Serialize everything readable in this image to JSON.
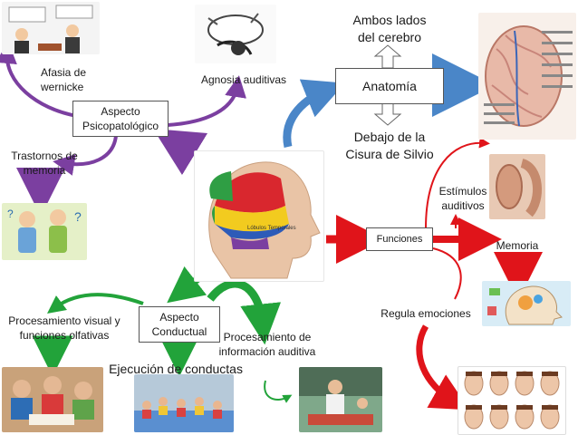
{
  "nodes": {
    "aspecto_psicopatologico": "Aspecto Psicopatológico",
    "anatomia": "Anatomía",
    "ambos_lados": "Ambos lados del cerebro",
    "debajo_cisura": "Debajo de la Cisura de Silvio",
    "funciones": "Funciones",
    "estimulos_auditivos": "Estímulos auditivos",
    "memoria": "Memoria",
    "regula_emociones": "Regula emociones",
    "aspecto_conductual": "Aspecto Conductual",
    "afasia_wernicke": "Afasia de wernicke",
    "agnosia_auditivas": "Agnosia auditivas",
    "trastornos_memoria": "Trastornos de memoria",
    "procesamiento_visual": "Procesamiento visual y funciones olfativas",
    "ejecucion_conductas": "Ejecución de conductas",
    "procesamiento_auditiva": "Procesamiento de información auditiva",
    "brain_caption": "Lóbulos Temporales"
  },
  "colors": {
    "purple": "#7b3fa0",
    "blue": "#4a86c8",
    "red": "#e0141a",
    "green": "#22a33a"
  }
}
